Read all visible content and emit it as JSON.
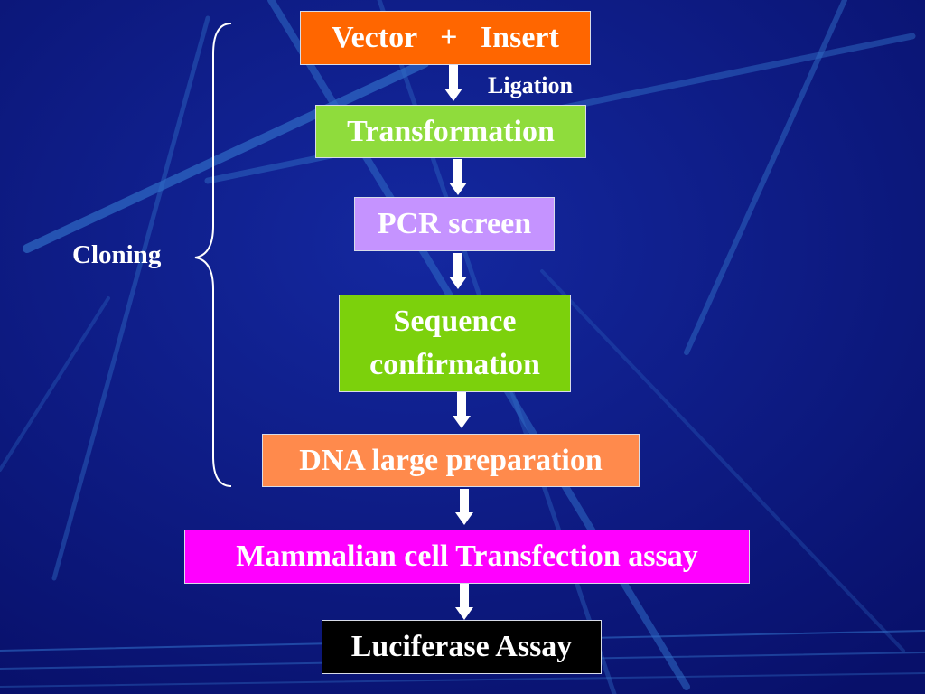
{
  "colors": {
    "background": "#0a1478",
    "streak": "#2f6bc4",
    "vector_insert": "#ff6600",
    "transformation": "#8fdc3c",
    "pcr_screen": "#c593ff",
    "sequence_confirmation": "#7cd10c",
    "dna_large_preparation": "#ff8a4c",
    "mammalian_transfection": "#ff00ff",
    "luciferase_assay": "#000000",
    "arrow": "#ffffff"
  },
  "flowchart": {
    "steps": [
      {
        "id": "vector-insert",
        "label": "Vector   +   Insert"
      },
      {
        "id": "transformation",
        "label": "Transformation"
      },
      {
        "id": "pcr-screen",
        "label": "PCR screen"
      },
      {
        "id": "sequence-confirmation",
        "label": "Sequence\nconfirmation"
      },
      {
        "id": "dna-large-preparation",
        "label": "DNA large preparation"
      },
      {
        "id": "mammalian-transfection",
        "label": "Mammalian cell Transfection assay"
      },
      {
        "id": "luciferase-assay",
        "label": "Luciferase Assay"
      }
    ],
    "edges": [
      {
        "from": "vector-insert",
        "to": "transformation",
        "label": "Ligation"
      },
      {
        "from": "transformation",
        "to": "pcr-screen",
        "label": ""
      },
      {
        "from": "pcr-screen",
        "to": "sequence-confirmation",
        "label": ""
      },
      {
        "from": "sequence-confirmation",
        "to": "dna-large-preparation",
        "label": ""
      },
      {
        "from": "dna-large-preparation",
        "to": "mammalian-transfection",
        "label": ""
      },
      {
        "from": "mammalian-transfection",
        "to": "luciferase-assay",
        "label": ""
      }
    ],
    "group": {
      "label": "Cloning",
      "spans": [
        "vector-insert",
        "dna-large-preparation"
      ]
    }
  }
}
